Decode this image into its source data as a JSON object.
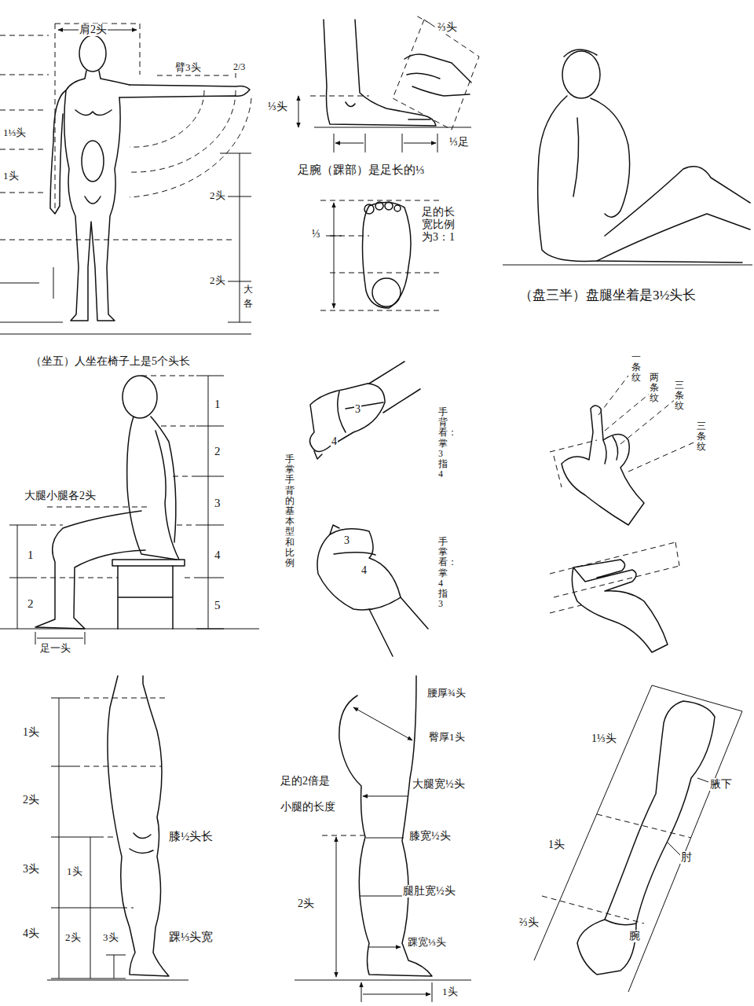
{
  "diagram": {
    "labels": [
      "肩2头",
      "臂3头",
      "2/3",
      "1⅓头",
      "1头",
      "2头",
      "2头",
      "大",
      "各",
      "⅔头",
      "⅓头",
      "⅓足",
      "足腕（踝部）是足长的⅓",
      "⅓",
      "足的长宽比例为3：1",
      "（盘三半）盘腿坐着是3½头长",
      "（坐五）人坐在椅子上是5个头长",
      "1",
      "2",
      "3",
      "4",
      "5",
      "大腿小腿各2头",
      "1",
      "2",
      "足一头",
      "3",
      "4",
      "手掌手背的基本型和比例",
      "手背看：掌3指4",
      "3",
      "4",
      "手掌看：掌4指3",
      "一条纹",
      "两条纹",
      "三条纹",
      "三条纹",
      "1头",
      "2头",
      "3头",
      "4头",
      "1头",
      "2头",
      "3头",
      "膝½头长",
      "踝⅓头宽",
      "腰厚¾头",
      "臀厚1头",
      "足的2倍是",
      "小腿的长度",
      "大腿宽½头",
      "膝宽½头",
      "腿肚宽½头",
      "2头",
      "踝宽⅓头",
      "1头",
      "1⅓头",
      "腋下",
      "1头",
      "肘",
      "⅔头",
      "腕"
    ]
  }
}
